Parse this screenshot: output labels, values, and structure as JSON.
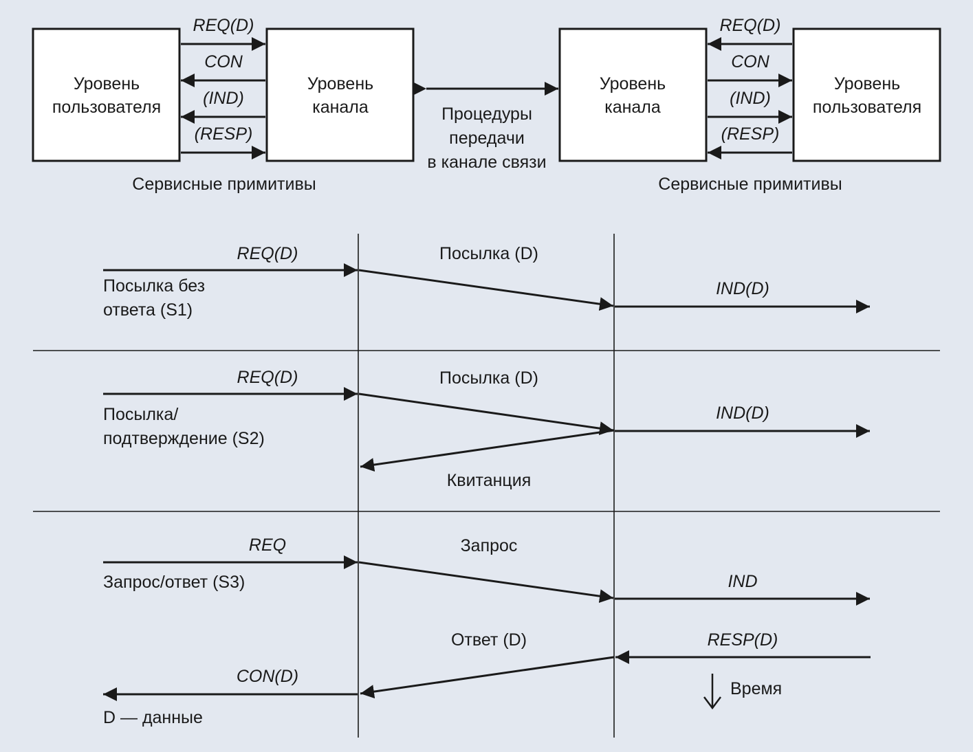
{
  "top": {
    "left": {
      "user_box": [
        "Уровень",
        "пользователя"
      ],
      "link_box": [
        "Уровень",
        "канала"
      ],
      "primitives": [
        "REQ(D)",
        "CON",
        "(IND)",
        "(RESP)"
      ],
      "caption": "Сервисные примитивы"
    },
    "right": {
      "link_box": [
        "Уровень",
        "канала"
      ],
      "user_box": [
        "Уровень",
        "пользователя"
      ],
      "primitives": [
        "REQ(D)",
        "CON",
        "(IND)",
        "(RESP)"
      ],
      "caption": "Сервисные примитивы"
    },
    "center": [
      "Процедуры",
      "передачи",
      "в канале связи"
    ]
  },
  "s1": {
    "req": "REQ(D)",
    "name": [
      "Посылка без",
      "ответа (S1)"
    ],
    "send": "Посылка (D)",
    "ind": "IND(D)"
  },
  "s2": {
    "req": "REQ(D)",
    "name": [
      "Посылка/",
      "подтверждение (S2)"
    ],
    "send": "Посылка (D)",
    "ind": "IND(D)",
    "ack": "Квитанция"
  },
  "s3": {
    "req": "REQ",
    "name": "Запрос/ответ (S3)",
    "send": "Запрос",
    "ind": "IND",
    "answer": "Ответ (D)",
    "resp": "RESP(D)",
    "con": "CON(D)",
    "time": "Время",
    "legend": "D — данные"
  }
}
